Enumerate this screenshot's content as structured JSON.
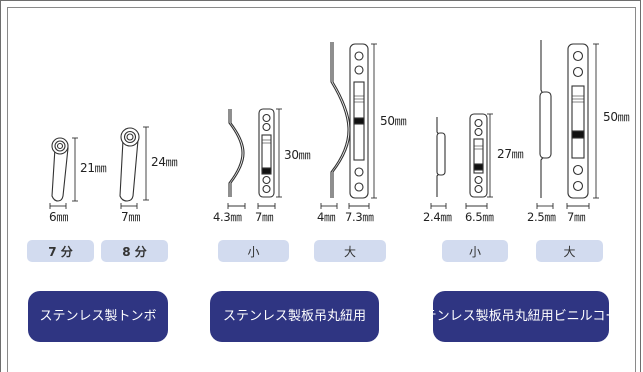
{
  "colors": {
    "accent": "#2f3582",
    "size_button_bg": "#d2dbef",
    "line": "#333333"
  },
  "figures": {
    "tonbo_7": {
      "height_label": "21㎜",
      "width_label": "6㎜"
    },
    "tonbo_8": {
      "height_label": "24㎜",
      "width_label": "7㎜"
    },
    "plate_small": {
      "height_label": "30㎜",
      "hanger_width_label": "4.3㎜",
      "plate_width_label": "7㎜"
    },
    "plate_large": {
      "height_label": "50㎜",
      "hanger_width_label": "4㎜",
      "plate_width_label": "7.3㎜"
    },
    "vinyl_small": {
      "height_label": "27㎜",
      "hanger_width_label": "2.4㎜",
      "plate_width_label": "6.5㎜"
    },
    "vinyl_large": {
      "height_label": "50㎜",
      "hanger_width_label": "2.5㎜",
      "plate_width_label": "7㎜"
    }
  },
  "size_buttons": [
    {
      "label": "7 分"
    },
    {
      "label": "8 分"
    },
    {
      "label": "小"
    },
    {
      "label": "大"
    },
    {
      "label": "小"
    },
    {
      "label": "大"
    }
  ],
  "categories": [
    {
      "line1": "ステンレス製",
      "line2": "トンボ"
    },
    {
      "line1": "ステンレス製板吊",
      "line2": "丸紐用"
    },
    {
      "line1": "ステンレス製板吊",
      "line2": "丸紐用ビニルコート"
    }
  ]
}
